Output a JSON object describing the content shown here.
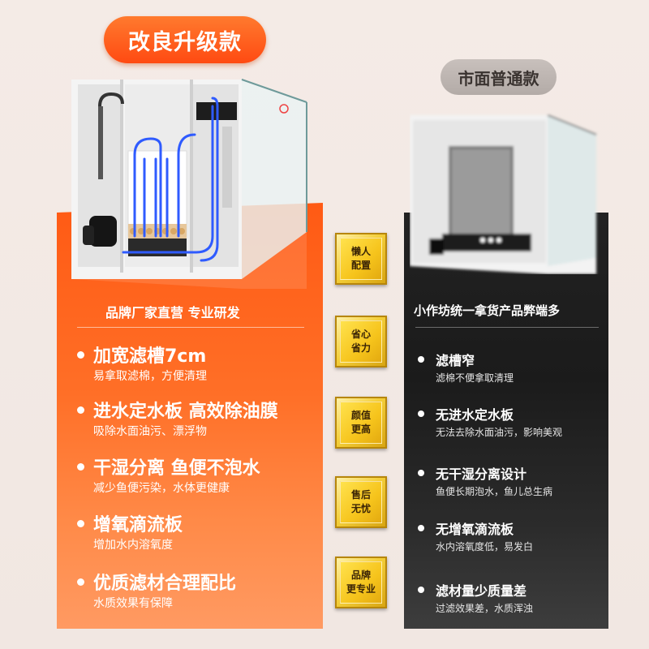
{
  "header": {
    "left_label": "改良升级款",
    "right_label": "市面普通款"
  },
  "left_panel": {
    "title": "品牌厂家直营 专业研发",
    "features": [
      {
        "title": "加宽滤槽7cm",
        "desc": "易拿取滤棉，方便清理"
      },
      {
        "title": "进水定水板 高效除油膜",
        "desc": "吸除水面油污、漂浮物"
      },
      {
        "title": "干湿分离 鱼便不泡水",
        "desc": "减少鱼便污染，水体更健康"
      },
      {
        "title": "增氧滴流板",
        "desc": "增加水内溶氧度"
      },
      {
        "title": "优质滤材合理配比",
        "desc": "水质效果有保障"
      }
    ]
  },
  "right_panel": {
    "title": "小作坊统一拿货产品弊端多",
    "features": [
      {
        "title": "滤槽窄",
        "desc": "滤棉不便拿取清理"
      },
      {
        "title": "无进水定水板",
        "desc": "无法去除水面油污，影响美观"
      },
      {
        "title": "无干湿分离设计",
        "desc": "鱼便长期泡水，鱼儿总生病"
      },
      {
        "title": "无增氧滴流板",
        "desc": "水内溶氧度低，易发白"
      },
      {
        "title": "滤材量少质量差",
        "desc": "过滤效果差，水质浑浊"
      }
    ]
  },
  "badges": [
    {
      "label": "懒人\n配置"
    },
    {
      "label": "省心\n省力"
    },
    {
      "label": "颜值\n更高"
    },
    {
      "label": "售后\n无忧"
    },
    {
      "label": "品牌\n更专业"
    }
  ],
  "colors": {
    "accent_orange": "#ff5a14",
    "dark_panel": "#1f1f1f",
    "badge_gold": "#f6c41c",
    "flow_arrow_blue": "#2f5bff"
  }
}
